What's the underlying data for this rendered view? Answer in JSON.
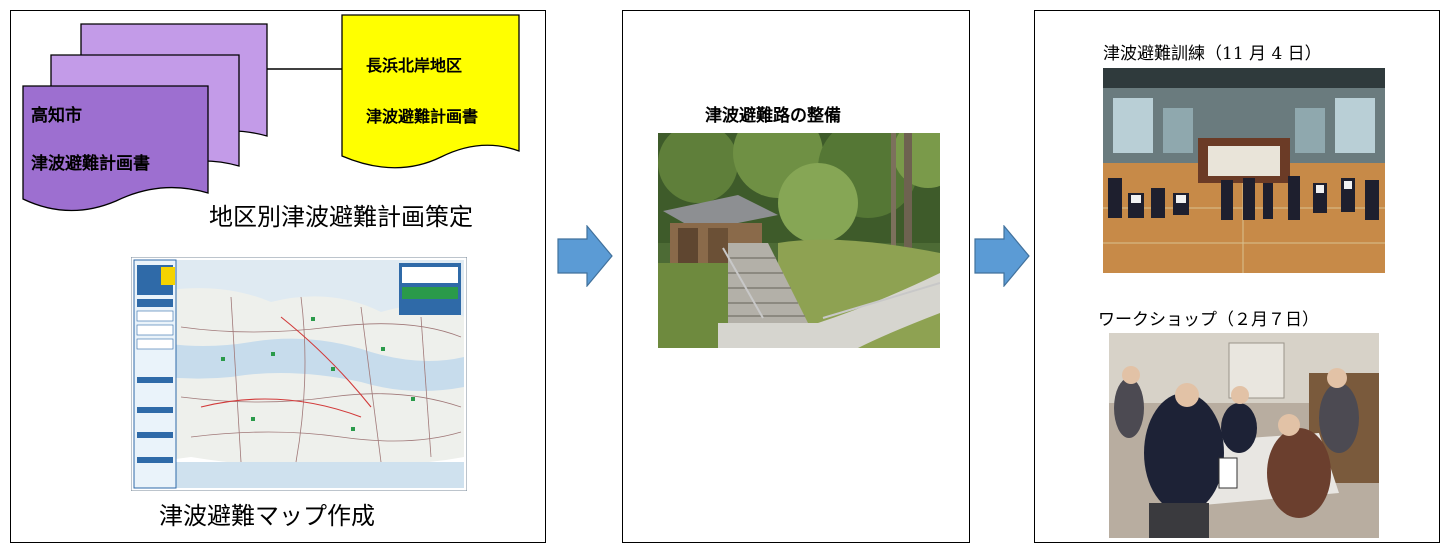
{
  "left_panel": {
    "city_plan_doc": {
      "line1": "高知市",
      "line2": "津波避難計画書"
    },
    "district_plan_doc": {
      "line1": "長浜北岸地区",
      "line2": "津波避難計画書"
    },
    "plan_caption": "地区別津波避難計画策定",
    "map_caption": "津波避難マップ作成"
  },
  "middle_panel": {
    "title": "津波避難路の整備"
  },
  "right_panel": {
    "drill_caption": "津波避難訓練（11 月 4 日）",
    "workshop_caption": "ワークショップ（２月７日）"
  },
  "colors": {
    "purple_doc": "#c39be8",
    "purple_doc_dark": "#9d6fd0",
    "yellow_doc": "#ffff00",
    "arrow_blue": "#5b9bd5",
    "arrow_border": "#41719c"
  }
}
